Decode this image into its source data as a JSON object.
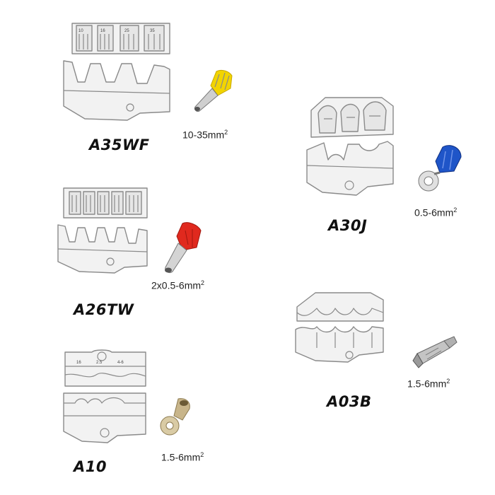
{
  "dies": [
    {
      "model": "A35WF",
      "spec": "10-35mm",
      "sup": "2",
      "die_labels": [
        "10",
        "16",
        "25",
        "35"
      ],
      "terminal": "ferrule",
      "terminal_color": "#f2d400"
    },
    {
      "model": "A26TW",
      "spec": "2x0.5-6mm",
      "sup": "2",
      "terminal": "twin-ferrule",
      "terminal_color": "#e0291e"
    },
    {
      "model": "A10",
      "spec": "1.5-6mm",
      "sup": "2",
      "die_labels": [
        "16",
        "2.5",
        "4-6"
      ],
      "terminal": "non-insulated-ring",
      "terminal_color": "#c8b58a"
    },
    {
      "model": "A30J",
      "spec": "0.5-6mm",
      "sup": "2",
      "terminal": "insulated-ring",
      "terminal_color": "#1f55c8"
    },
    {
      "model": "A03B",
      "spec": "1.5-6mm",
      "sup": "2",
      "terminal": "flag-terminal",
      "terminal_color": "#9a9a9a"
    }
  ]
}
